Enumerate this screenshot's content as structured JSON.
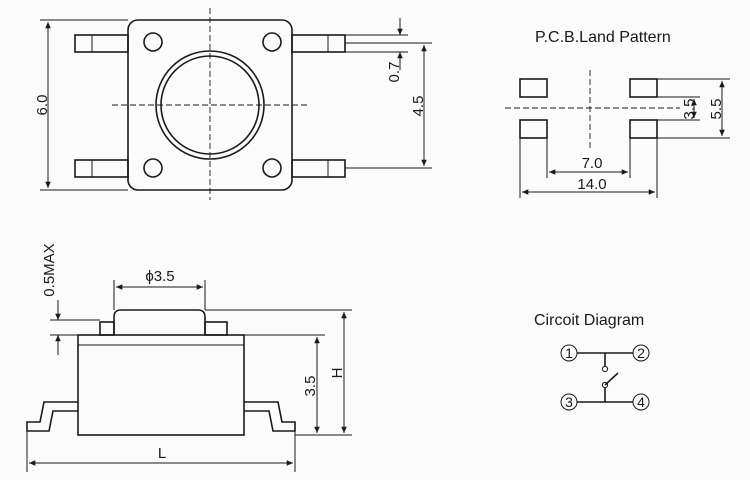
{
  "top_view": {
    "dim_width": "6.0",
    "dim_lead": "0.7",
    "dim_pitch": "4.5"
  },
  "pcb": {
    "title": "P.C.B.Land Pattern",
    "dim_pad_gap": "3.5",
    "dim_pad_pitch": "5.5",
    "dim_inner": "7.0",
    "dim_outer": "14.0"
  },
  "side_view": {
    "dim_stem": "0.5MAX",
    "dim_diameter": "ϕ3.5",
    "dim_body": "3.5",
    "dim_height": "H",
    "dim_length": "L"
  },
  "circuit": {
    "title": "Circoit Diagram",
    "nodes": [
      "1",
      "2",
      "3",
      "4"
    ]
  }
}
